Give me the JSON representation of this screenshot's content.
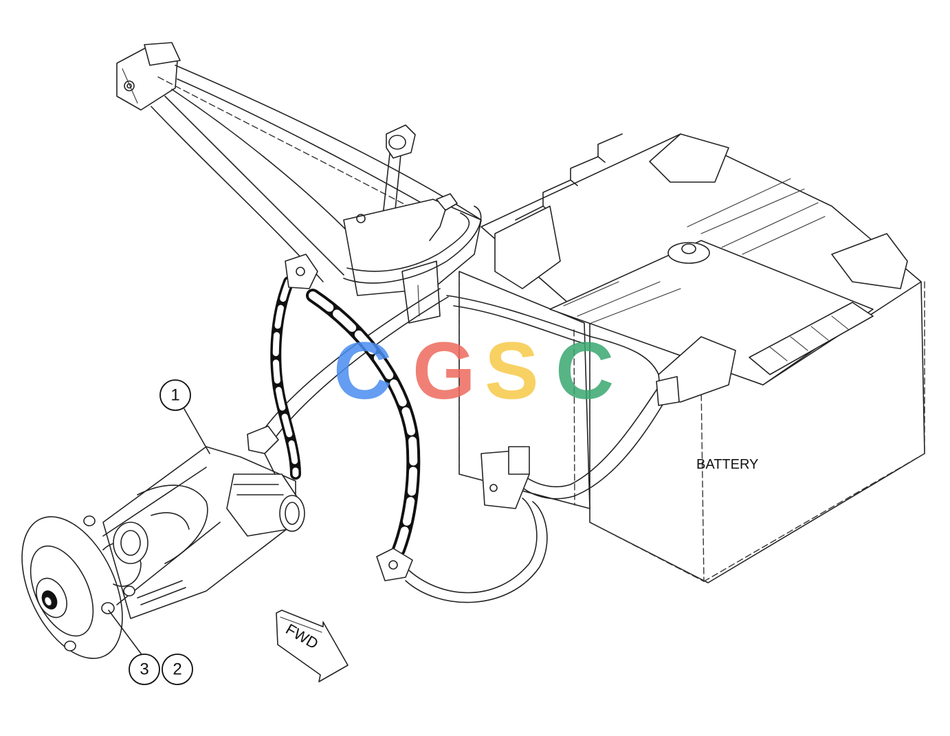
{
  "diagram": {
    "labels": {
      "battery": "BATTERY",
      "direction": "FWD"
    },
    "callouts": [
      {
        "id": "1",
        "text": "1"
      },
      {
        "id": "3",
        "text": "3"
      },
      {
        "id": "2",
        "text": "2"
      }
    ],
    "watermark": {
      "letters": [
        {
          "char": "C",
          "color": "#4a8df0"
        },
        {
          "char": "G",
          "color": "#ee6a5e"
        },
        {
          "char": "S",
          "color": "#f7c948"
        },
        {
          "char": "C",
          "color": "#3aa870"
        }
      ]
    }
  }
}
